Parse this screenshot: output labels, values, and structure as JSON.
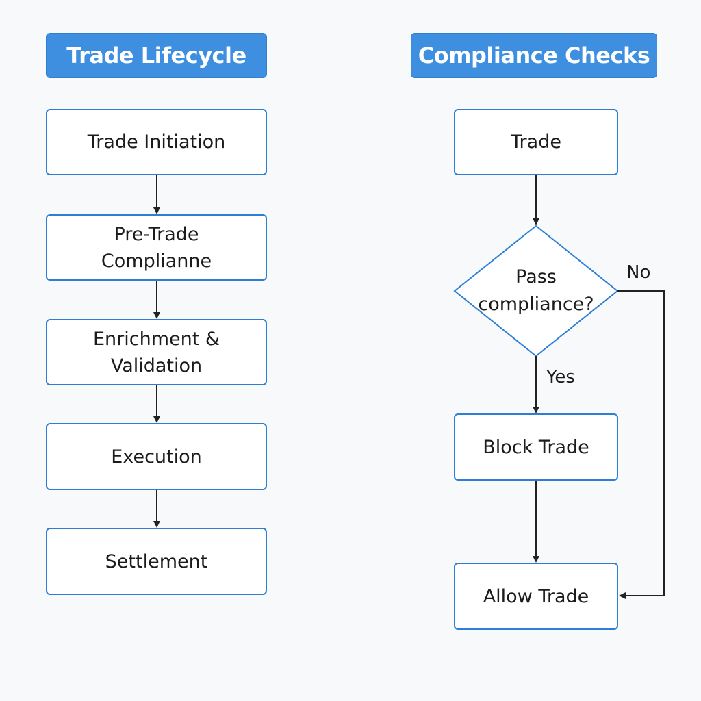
{
  "lifecycle": {
    "title": "Trade Lifecycle",
    "steps": {
      "initiation": [
        "Trade Initiation"
      ],
      "pre_trade": [
        "Pre-Trade",
        "Complianne"
      ],
      "enrichment": [
        "Enrichment &",
        "Validation"
      ],
      "execution": [
        "Execution"
      ],
      "settlement": [
        "Settlement"
      ]
    }
  },
  "compliance": {
    "title": "Compliance Checks",
    "trade": [
      "Trade"
    ],
    "decision": [
      "Pass",
      "compliance?"
    ],
    "block": [
      "Block Trade"
    ],
    "allow": [
      "Allow Trade"
    ],
    "yes_label": "Yes",
    "no_label": "No"
  },
  "colors": {
    "header_fill": "#3f8fe0",
    "box_border": "#2d7fd6",
    "arrow": "#222222",
    "background": "#f7f9fb"
  }
}
